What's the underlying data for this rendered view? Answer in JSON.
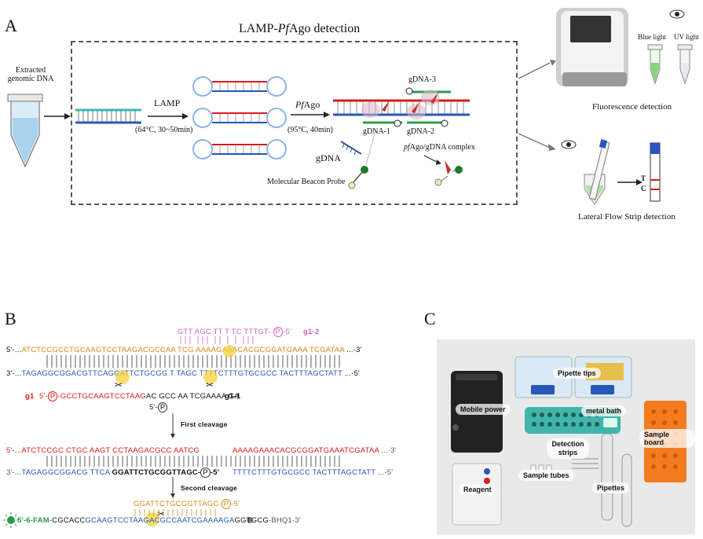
{
  "panel_a": {
    "letter": "A",
    "title": "LAMP-PfAgo detection",
    "title_prefix": "LAMP-",
    "title_italic": "Pf",
    "title_suffix": "Ago detection",
    "extracted_line1": "Extracted",
    "extracted_line2": "genomic DNA",
    "lamp_label": "LAMP",
    "lamp_conditions": "(64°C, 30~50min)",
    "pfago_label_italic": "Pf",
    "pfago_label_rest": "Ago",
    "pfago_conditions": "(95°C, 40min)",
    "gdna3": "gDNA-3",
    "gdna1": "gDNA-1",
    "gdna2": "gDNA-2",
    "gdna": "gDNA",
    "complex_italic": "pf",
    "complex_rest": "Ago/gDNA complex",
    "beacon": "Molecular Beacon Probe",
    "blue_light": "Blue light",
    "uv_light": "UV light",
    "fluorescence": "Fluorescence detection",
    "strip_t": "T",
    "strip_c": "C",
    "lateral_flow": "Lateral Flow Strip detection",
    "colors": {
      "red": "#d81b1b",
      "blue": "#2757b8",
      "green": "#2a9d4a"
    }
  },
  "panel_b": {
    "letter": "B",
    "g12_seq": "GTT AGC TT T TC TTTGT- ",
    "g12_p": "P",
    "g12_end": "-5'",
    "g12_label": "g1-2",
    "top_5": "5'-...",
    "top_seq": "ATCTCCGCCTGCAAGTCCTAAGACGCCAA TCG AAAAGAAACACGCGGATGAAA TCGATAA",
    "top_3": "...-3'",
    "bot_3": "3'-...",
    "bot_seq": "TAGAGGCGGACGTTCAGGATTCTGCGG T TAGC TTTTCTTTGTGCGCC TACTTTAGCTATT",
    "bot_5": "...-5'",
    "g1_label": "g1",
    "g1_5": "5'-",
    "g1_p": "P",
    "g1_seq": "-GCCTGCAAGTCCTAAG",
    "g1_rest": "AC GCC  AA TCGAAAA GA",
    "g11_label": "g1-1",
    "p5_label": "5'-",
    "p5_p": "P",
    "first_cleavage": "First cleavage",
    "fc_top_5": "5'-...",
    "fc_top_left": "ATCTCCGC CTGC AAGT CCTAAGACGCC AATCG",
    "fc_top_right": "AAAAGAAACACGCGGATGAAATCGATAA",
    "fc_top_3": "...-3'",
    "fc_bot_3": "3'-...",
    "fc_bot_left": "TAGAGGCGGACG TTCA",
    "fc_bot_bold": "GGATTCTGCGGTTAGC-",
    "fc_bot_p": "P",
    "fc_bot_5a": "-5'",
    "fc_bot_right": "TTTTCTTTGTGCGCC TACTTTAGCTATT",
    "fc_bot_5": "...-5'",
    "second_cleavage": "Second cleavage",
    "sc_guide": "GGATTCTGCGGTTAGC-",
    "sc_p": "P",
    "sc_end": "-5'",
    "probe_fam": "5'-6-FAM-",
    "probe_seq1": "CGCACC",
    "probe_seq2": "GCAAGTCCTAAGACGCCAATCGAAAAGA",
    "probe_seq3": "GGTGCG",
    "probe_bhq": "-BHQ1-3'"
  },
  "panel_c": {
    "letter": "C",
    "mobile_power": "Mobile power",
    "pipette_tips": "Pipette tips",
    "metal_bath": "metal bath",
    "sample_board": "Sample board",
    "detection_strips": "Detection strips",
    "sample_tubes": "Sample tubes",
    "reagent": "Reagent",
    "pipettes": "Pipettes"
  }
}
